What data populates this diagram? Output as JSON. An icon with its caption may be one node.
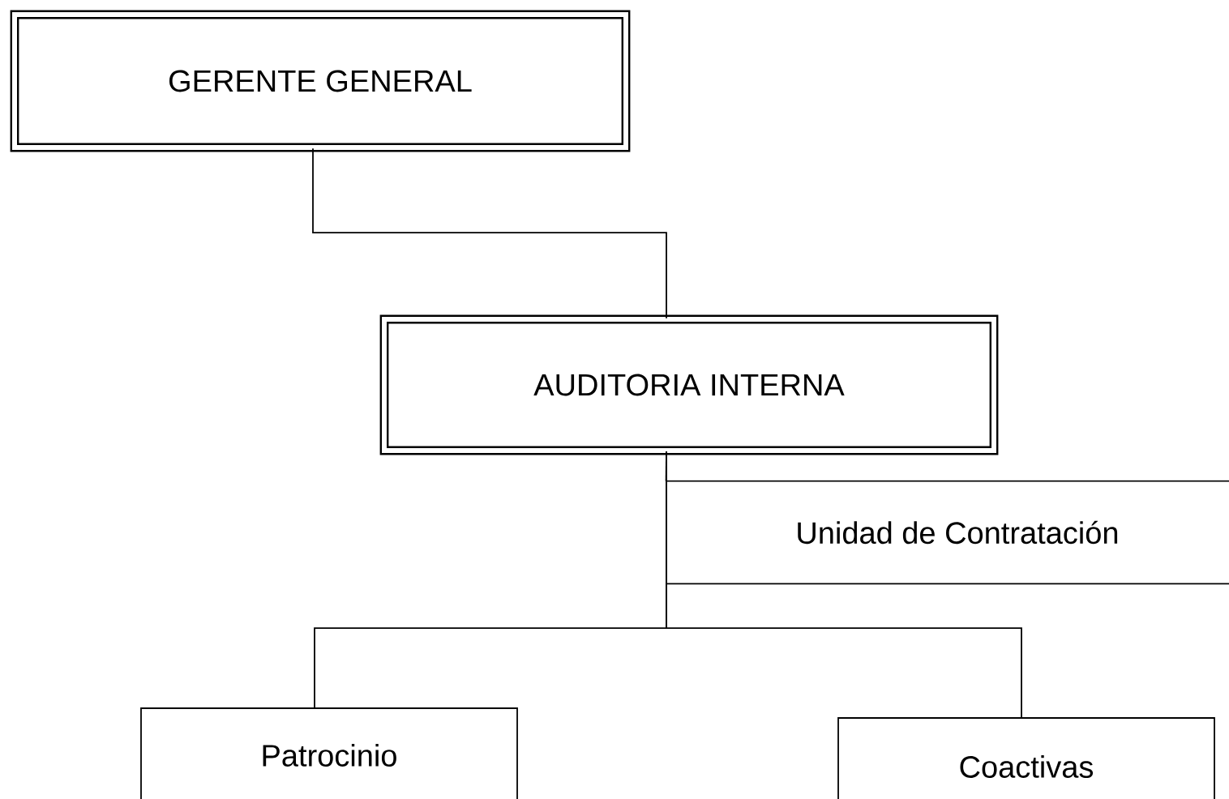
{
  "diagram": {
    "nodes": [
      {
        "text": [
          "GERENTE GENERAL"
        ]
      },
      {
        "text": [
          "AUDITORIA INTERNA"
        ]
      },
      {
        "text": [
          "Unidad de Contratación"
        ]
      },
      {
        "text": [
          "Patrocinio"
        ]
      },
      {
        "text": [
          "Coactivas"
        ]
      }
    ],
    "edges": [
      {
        "from": 0,
        "to": 1,
        "arrow": "none"
      },
      {
        "from": 1,
        "to": 2,
        "arrow": "none"
      },
      {
        "from": 1,
        "to": 3,
        "arrow": "none"
      },
      {
        "from": 1,
        "to": 4,
        "arrow": "none"
      }
    ]
  }
}
